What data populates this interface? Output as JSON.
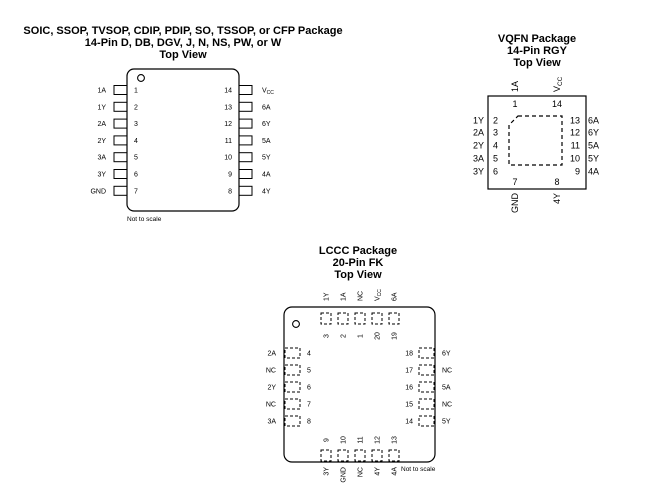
{
  "soic": {
    "title_lines": [
      "SOIC, SSOP, TVSOP, CDIP, PDIP, SO, TSSOP, or CFP Package",
      "14-Pin D, DB, DGV, J, N, NS, PW, or W",
      "Top View"
    ],
    "left_pins": [
      {
        "num": "1",
        "name": "1A"
      },
      {
        "num": "2",
        "name": "1Y"
      },
      {
        "num": "3",
        "name": "2A"
      },
      {
        "num": "4",
        "name": "2Y"
      },
      {
        "num": "5",
        "name": "3A"
      },
      {
        "num": "6",
        "name": "3Y"
      },
      {
        "num": "7",
        "name": "GND"
      }
    ],
    "right_pins": [
      {
        "num": "14",
        "name": "V",
        "sub": "CC"
      },
      {
        "num": "13",
        "name": "6A"
      },
      {
        "num": "12",
        "name": "6Y"
      },
      {
        "num": "11",
        "name": "5A"
      },
      {
        "num": "10",
        "name": "5Y"
      },
      {
        "num": "9",
        "name": "4A"
      },
      {
        "num": "8",
        "name": "4Y"
      }
    ],
    "note": "Not to scale"
  },
  "vqfn": {
    "title_lines": [
      "VQFN Package",
      "14-Pin RGY",
      "Top View"
    ],
    "top_pins": [
      {
        "num": "1",
        "name": "1A"
      },
      {
        "num": "14",
        "name": "V",
        "sub": "CC"
      }
    ],
    "left_pins": [
      {
        "num": "2",
        "name": "1Y"
      },
      {
        "num": "3",
        "name": "2A"
      },
      {
        "num": "4",
        "name": "2Y"
      },
      {
        "num": "5",
        "name": "3A"
      },
      {
        "num": "6",
        "name": "3Y"
      }
    ],
    "right_pins": [
      {
        "num": "13",
        "name": "6A"
      },
      {
        "num": "12",
        "name": "6Y"
      },
      {
        "num": "11",
        "name": "5A"
      },
      {
        "num": "10",
        "name": "5Y"
      },
      {
        "num": "9",
        "name": "4A"
      }
    ],
    "bottom_pins": [
      {
        "num": "7",
        "name": "GND"
      },
      {
        "num": "8",
        "name": "4Y"
      }
    ]
  },
  "lccc": {
    "title_lines": [
      "LCCC Package",
      "20-Pin FK",
      "Top View"
    ],
    "top_pins": [
      {
        "num": "3",
        "name": "1Y"
      },
      {
        "num": "2",
        "name": "1A"
      },
      {
        "num": "1",
        "name": "NC"
      },
      {
        "num": "20",
        "name": "V",
        "sub": "CC"
      },
      {
        "num": "19",
        "name": "6A"
      }
    ],
    "left_pins": [
      {
        "num": "4",
        "name": "2A"
      },
      {
        "num": "5",
        "name": "NC"
      },
      {
        "num": "6",
        "name": "2Y"
      },
      {
        "num": "7",
        "name": "NC"
      },
      {
        "num": "8",
        "name": "3A"
      }
    ],
    "right_pins": [
      {
        "num": "18",
        "name": "6Y"
      },
      {
        "num": "17",
        "name": "NC"
      },
      {
        "num": "16",
        "name": "5A"
      },
      {
        "num": "15",
        "name": "NC"
      },
      {
        "num": "14",
        "name": "5Y"
      }
    ],
    "bottom_pins": [
      {
        "num": "9",
        "name": "3Y"
      },
      {
        "num": "10",
        "name": "GND"
      },
      {
        "num": "11",
        "name": "NC"
      },
      {
        "num": "12",
        "name": "4Y"
      },
      {
        "num": "13",
        "name": "4A"
      }
    ],
    "note": "Not to scale"
  }
}
